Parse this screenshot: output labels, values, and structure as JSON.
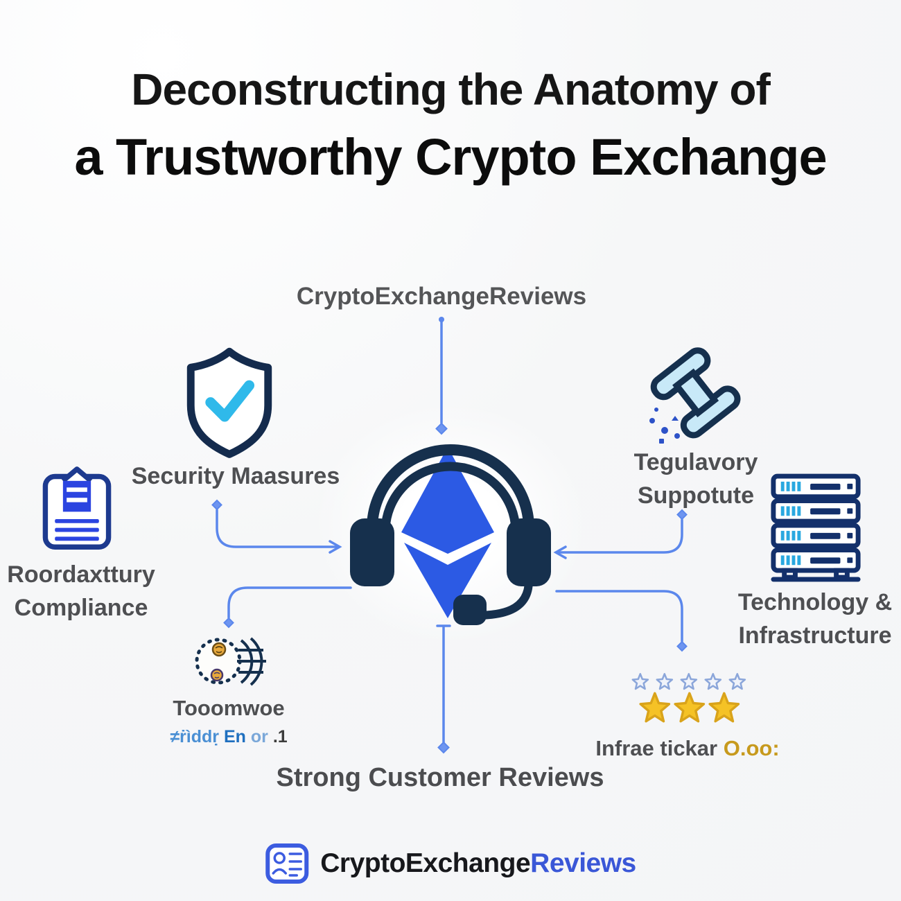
{
  "title": {
    "line1": "Deconstructing the Anatomy of",
    "line2": "a Trustworthy Crypto Exchange"
  },
  "hub": {
    "label": "CryptoExchangeReviews",
    "icon": "headset-ethereum-icon"
  },
  "nodes": {
    "security": {
      "label": "Security Maasures",
      "icon": "shield-check-icon"
    },
    "compliance": {
      "line1": "Roordaxttury",
      "line2": "Compliance",
      "icon": "clipboard-document-icon"
    },
    "regulatory_support": {
      "line1": "Tegulavory",
      "line2": "Suppotute",
      "icon": "gavel-icon"
    },
    "technology": {
      "line1": "Technology &",
      "line2": "Infrastructure",
      "icon": "server-rack-icon"
    },
    "global_coverage": {
      "label": "Tooomwoe",
      "sub_seg1": "≠ṙìddṛ",
      "sub_seg2": " En",
      "sub_seg3": " or",
      "sub_seg4": " .1",
      "icon": "globe-coins-icon"
    },
    "customer_rating": {
      "label_text": "Infrae tickar ",
      "label_gold": "O.oo:",
      "outline_stars": 5,
      "filled_stars": 3,
      "icon": "star-rating-icon"
    },
    "customer_reviews": {
      "label": "Strong Customer Reviews"
    }
  },
  "footer": {
    "brand_part1": "CryptoExchange",
    "brand_part2": "Reviews",
    "icon": "brand-logo-icon"
  },
  "colors": {
    "navy": "#16304d",
    "ethereum_blue": "#2c5ae4",
    "check_cyan": "#2fb9ea",
    "connector_blue": "#5b87ec",
    "gavel_lightblue": "#c8e9f8",
    "star_gold": "#f5c226",
    "star_outline_blue": "#8ba6da",
    "brand_blue": "#3a57d7",
    "doc_blue": "#2b44e0"
  }
}
